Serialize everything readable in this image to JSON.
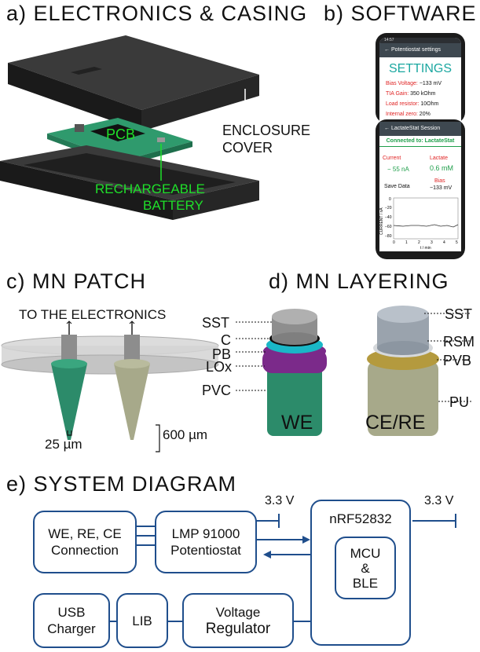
{
  "panels": {
    "a": "a) ELECTRONICS & CASING",
    "b": "b) SOFTWARE",
    "c": "c) MN PATCH",
    "d": "d) MN LAYERING",
    "e": "e) SYSTEM DIAGRAM"
  },
  "casing": {
    "pcb": "PCB",
    "enclosure_line1": "ENCLOSURE",
    "enclosure_line2": "COVER",
    "battery_line1": "RECHARGEABLE",
    "battery_line2": "BATTERY"
  },
  "software": {
    "phone1": {
      "status": "14:57",
      "title": "Potentiostat settings",
      "heading": "SETTINGS",
      "rows": [
        {
          "key": "Bias Voltage:",
          "value": " −133 mV"
        },
        {
          "key": "TIA Gain:",
          "value": " 350 kOhm"
        },
        {
          "key": "Load resistor:",
          "value": " 10Ohm"
        },
        {
          "key": "Internal zero:",
          "value": " 20%"
        }
      ]
    },
    "phone2": {
      "title": "LactateStat Session",
      "connected": "Connected to: LactateStat",
      "current_label": "Current",
      "current_value": "− 55 nA",
      "lactate_label": "Lactate",
      "lactate_value": "0.6 mM",
      "save": "Save Data",
      "bias_label": "Bias",
      "bias_value": "−133 mV",
      "ylabel": "CURRENT / nA",
      "xlabel": "t / min",
      "yticks": [
        "0",
        "−20",
        "−40",
        "−60",
        "−80"
      ],
      "xticks": [
        "0",
        "1",
        "2",
        "3",
        "4",
        "5"
      ]
    }
  },
  "patch": {
    "top_label": "TO THE ELECTRONICS",
    "height_label": "600 µm",
    "tip_label": "25 µm"
  },
  "layering": {
    "left_labels": [
      "SST",
      "C",
      "PB",
      "LOx",
      "PVC"
    ],
    "right_labels": [
      "SST",
      "RSM",
      "PVB",
      "PU"
    ],
    "we": "WE",
    "cere": "CE/RE"
  },
  "system": {
    "connection": [
      "WE, RE, CE",
      "Connection"
    ],
    "potentiostat": [
      "LMP 91000",
      "Potentiostat"
    ],
    "nrf": "nRF52832",
    "mcu": [
      "MCU",
      "&",
      "BLE"
    ],
    "usb": [
      "USB",
      "Charger"
    ],
    "lib": "LIB",
    "regulator": [
      "Voltage",
      "Regulator"
    ],
    "v1": "3.3 V",
    "v2": "3.3 V"
  },
  "colors": {
    "diagram_blue": "#1f4e8c",
    "label_green": "#1fe02a",
    "we_green": "#2c8b6a",
    "cere_olive": "#a7a98a"
  }
}
